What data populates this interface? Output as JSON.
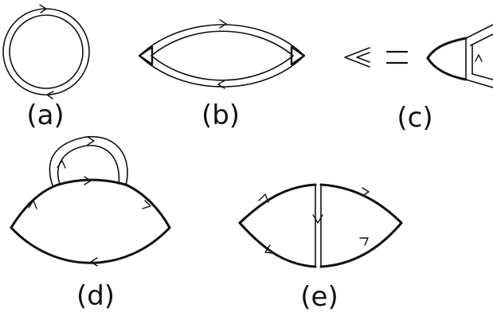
{
  "labels": {
    "a": "(a)",
    "b": "(b)",
    "c": "(c)",
    "d": "(d)",
    "e": "(e)",
    "equals": "="
  },
  "colors": {
    "line": "#111111",
    "background": "#ffffff"
  }
}
